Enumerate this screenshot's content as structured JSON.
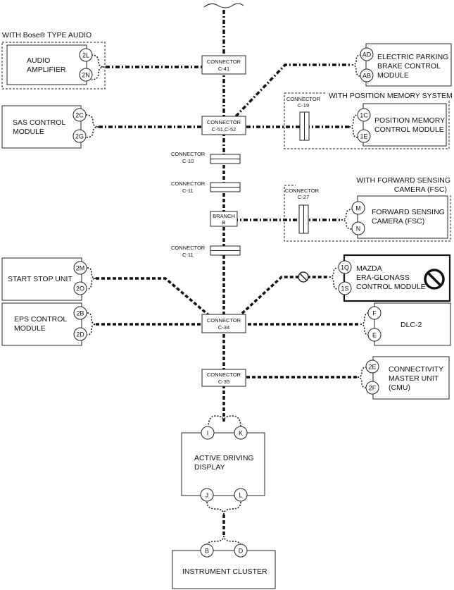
{
  "groups": {
    "bose": "WITH Bose® TYPE AUDIO",
    "position_memory": "WITH POSITION MEMORY SYSTEM",
    "fsc_1": "WITH FORWARD SENSING",
    "fsc_2": "CAMERA (FSC)"
  },
  "modules": {
    "audio_amp": [
      "AUDIO",
      "AMPLIFIER"
    ],
    "epb": [
      "ELECTRIC PARKING",
      "BRAKE CONTROL",
      "MODULE"
    ],
    "sas": [
      "SAS CONTROL",
      "MODULE"
    ],
    "pos_mem": [
      "POSITION MEMORY",
      "CONTROL MODULE"
    ],
    "fsc": [
      "FORWARD SENSING",
      "CAMERA (FSC)"
    ],
    "start_stop": [
      "START STOP UNIT"
    ],
    "era_glonass": [
      "MAZDA",
      "ERA-GLONASS",
      "CONTROL MODULE"
    ],
    "eps": [
      "EPS CONTROL",
      "MODULE"
    ],
    "dlc2": [
      "DLC-2"
    ],
    "cmu": [
      "CONNECTIVITY",
      "MASTER UNIT",
      "(CMU)"
    ],
    "adc": [
      "ACTIVE DRIVING",
      "DISPLAY"
    ],
    "cluster": [
      "INSTRUMENT CLUSTER"
    ]
  },
  "connectors": {
    "c41": [
      "CONNECTOR",
      "C-41"
    ],
    "c51": [
      "CONNECTOR",
      "C-51,C-52"
    ],
    "c10": [
      "CONNECTOR",
      "C-10"
    ],
    "c11a": [
      "CONNECTOR",
      "C-11"
    ],
    "branch": [
      "BRANCH",
      "B"
    ],
    "c11b": [
      "CONNECTOR",
      "C-11"
    ],
    "c34": [
      "CONNECTOR",
      "C-34"
    ],
    "c35": [
      "CONNECTOR",
      "C-35"
    ],
    "c19": [
      "CONNECTOR",
      "C-19"
    ],
    "c27": [
      "CONNECTOR",
      "C-27"
    ]
  },
  "pins": {
    "audio": [
      "2L",
      "2N"
    ],
    "epb": [
      "AD",
      "AB"
    ],
    "sas": [
      "2C",
      "2G"
    ],
    "pos_mem": [
      "1C",
      "1E"
    ],
    "fsc": [
      "M",
      "N"
    ],
    "start_stop": [
      "2M",
      "2O"
    ],
    "era": [
      "1Q",
      "1S"
    ],
    "eps": [
      "2B",
      "2D"
    ],
    "dlc": [
      "F",
      "E"
    ],
    "cmu": [
      "2E",
      "2F"
    ],
    "adc_top": [
      "I",
      "K"
    ],
    "adc_bottom": [
      "J",
      "L"
    ],
    "cluster": [
      "B",
      "D"
    ]
  }
}
